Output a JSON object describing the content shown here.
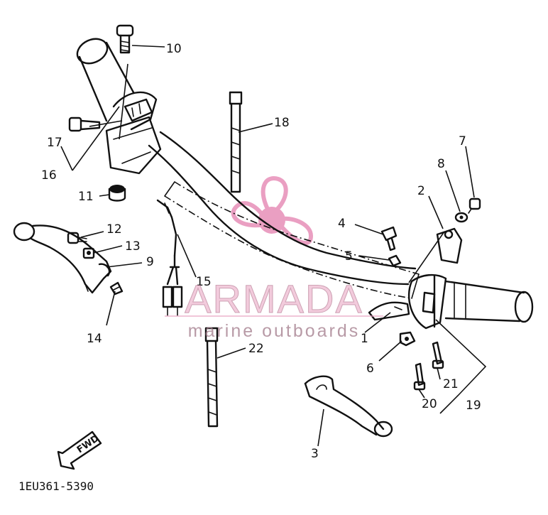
{
  "diagram": {
    "callouts": [
      {
        "id": "1",
        "text": "1"
      },
      {
        "id": "2",
        "text": "2"
      },
      {
        "id": "3",
        "text": "3"
      },
      {
        "id": "4",
        "text": "4"
      },
      {
        "id": "5",
        "text": "5"
      },
      {
        "id": "6",
        "text": "6"
      },
      {
        "id": "7",
        "text": "7"
      },
      {
        "id": "8",
        "text": "8"
      },
      {
        "id": "9",
        "text": "9"
      },
      {
        "id": "10",
        "text": "10"
      },
      {
        "id": "11",
        "text": "11"
      },
      {
        "id": "12",
        "text": "12"
      },
      {
        "id": "13",
        "text": "13"
      },
      {
        "id": "14",
        "text": "14"
      },
      {
        "id": "15",
        "text": "15"
      },
      {
        "id": "16",
        "text": "16"
      },
      {
        "id": "17",
        "text": "17"
      },
      {
        "id": "18",
        "text": "18"
      },
      {
        "id": "19",
        "text": "19"
      },
      {
        "id": "20",
        "text": "20"
      },
      {
        "id": "21",
        "text": "21"
      },
      {
        "id": "22",
        "text": "22"
      }
    ],
    "direction_arrow_text": "FWD",
    "drawing_code": "1EU361-5390"
  },
  "watermark": {
    "title": "ARMADA",
    "subtitle": "marine outboards",
    "color": "#e8a0c0",
    "logo_color": "#e78fb8"
  }
}
